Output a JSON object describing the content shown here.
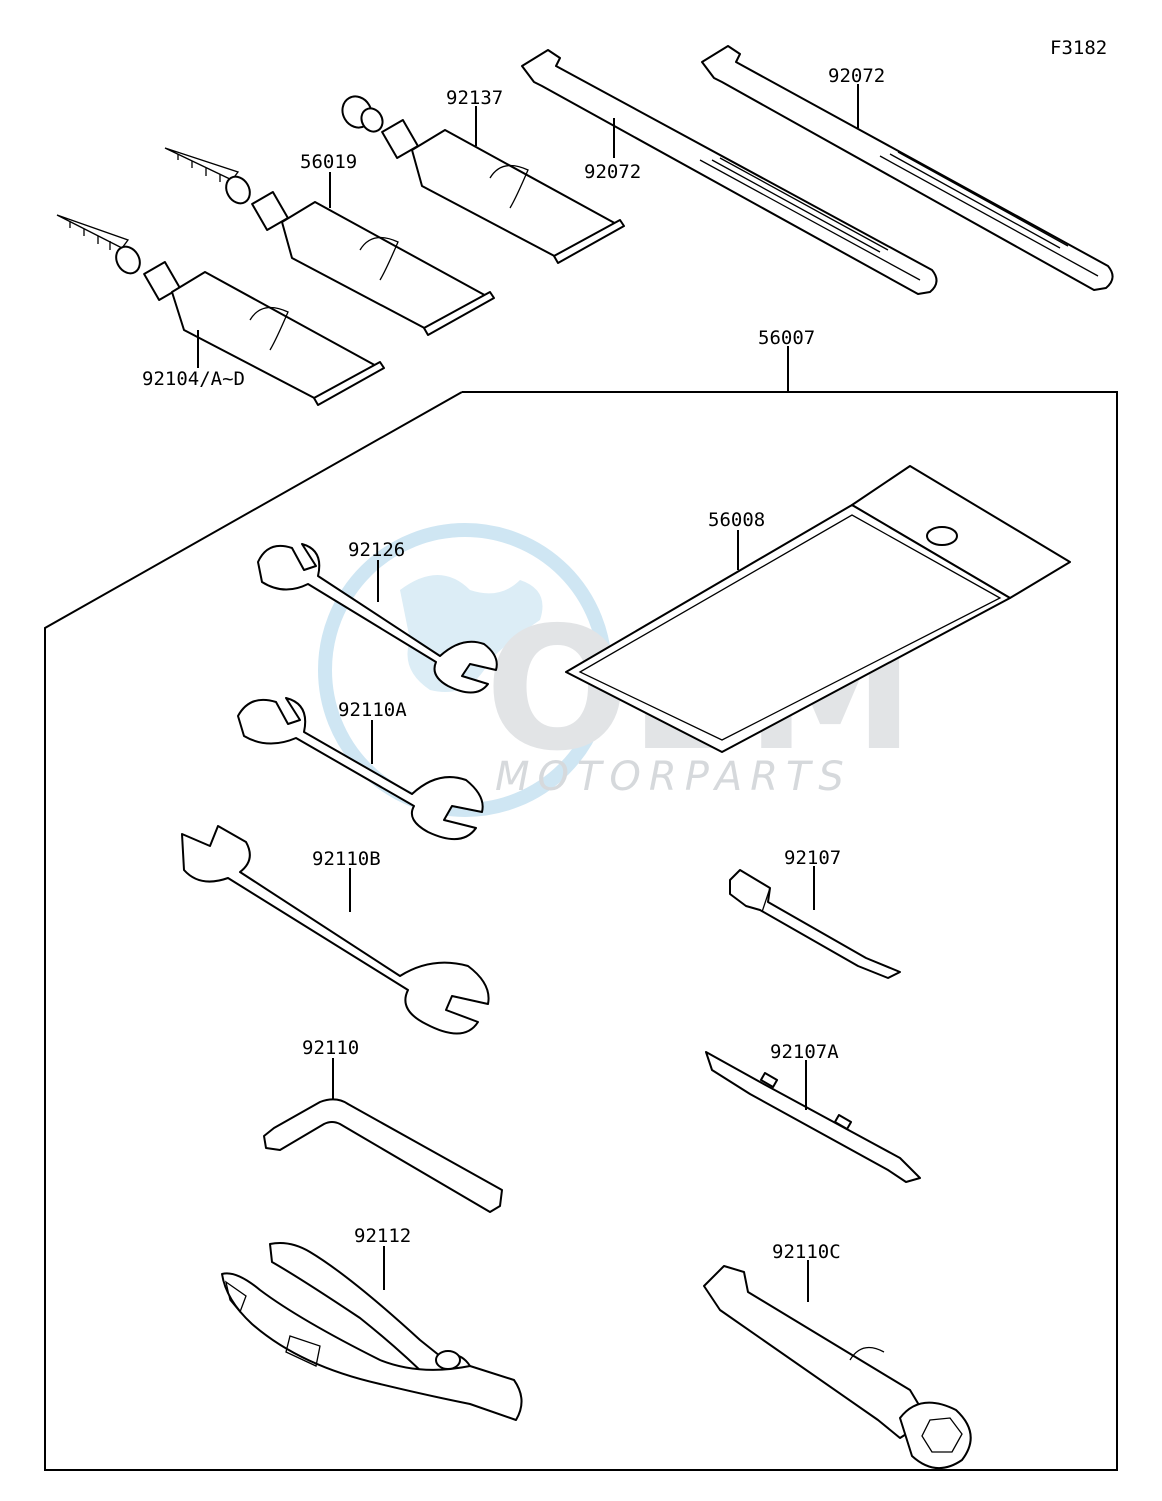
{
  "figure_code": "F3182",
  "watermark": {
    "brand": "OEM",
    "subtitle": "MOTORPARTS",
    "colors": {
      "globe": "#cfe6f3",
      "letters": "#e2e4e6",
      "text": "#d6d9dc"
    }
  },
  "parts": {
    "tube_92104": "92104/A~D",
    "tube_56019": "56019",
    "tube_92137": "92137",
    "tie_92072_left": "92072",
    "tie_92072_right": "92072",
    "kit_56007": "56007",
    "bag_56008": "56008",
    "wrench_92126": "92126",
    "wrench_92110A": "92110A",
    "wrench_92110B": "92110B",
    "hex_key_92110": "92110",
    "pliers_92112": "92112",
    "screwdriver_92107": "92107",
    "screwdriver_92107A": "92107A",
    "plug_wrench_92110C": "92110C"
  }
}
